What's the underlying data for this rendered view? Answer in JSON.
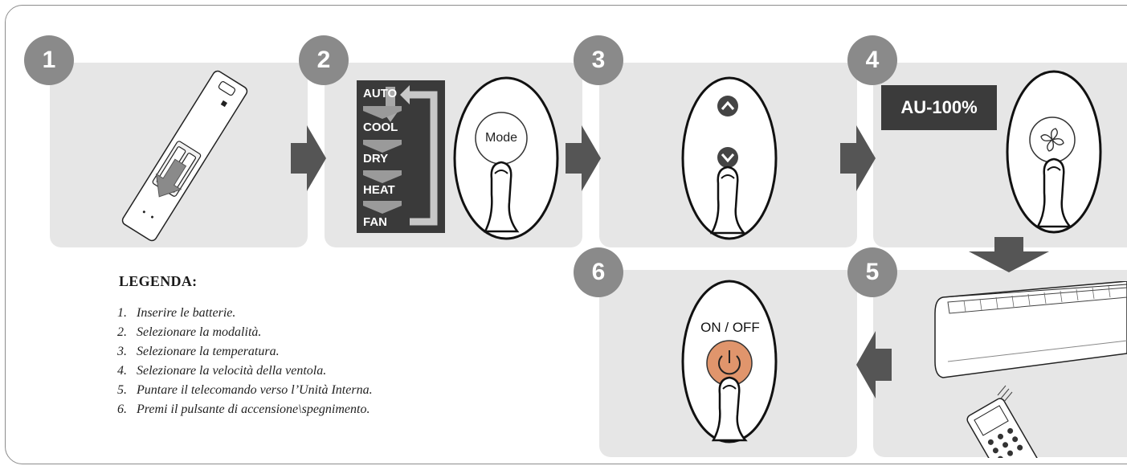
{
  "steps": [
    {
      "number": "1"
    },
    {
      "number": "2"
    },
    {
      "number": "3"
    },
    {
      "number": "4"
    },
    {
      "number": "5"
    },
    {
      "number": "6"
    }
  ],
  "modes": [
    "AUTO",
    "COOL",
    "DRY",
    "HEAT",
    "FAN"
  ],
  "mode_button_label": "Mode",
  "fan_display": "AU-100%",
  "power_button_label": "ON / OFF",
  "legend": {
    "title": "LEGENDA:",
    "items": [
      {
        "num": "1.",
        "text": "Inserire le batterie."
      },
      {
        "num": "2.",
        "text": "Selezionare la modalità."
      },
      {
        "num": "3.",
        "text": "Selezionare la temperatura."
      },
      {
        "num": "4.",
        "text": "Selezionare la velocità della ventola."
      },
      {
        "num": "5.",
        "text": "Puntare il telecomando verso l’Unità Interna."
      },
      {
        "num": "6.",
        "text": "Premi il pulsante di accensione\\spegnimento."
      }
    ]
  },
  "colors": {
    "panel": "#e6e6e6",
    "badge": "#8a8a8a",
    "arrow": "#555555",
    "power_button": "#e0956c",
    "dark_box": "#3b3b3b"
  }
}
